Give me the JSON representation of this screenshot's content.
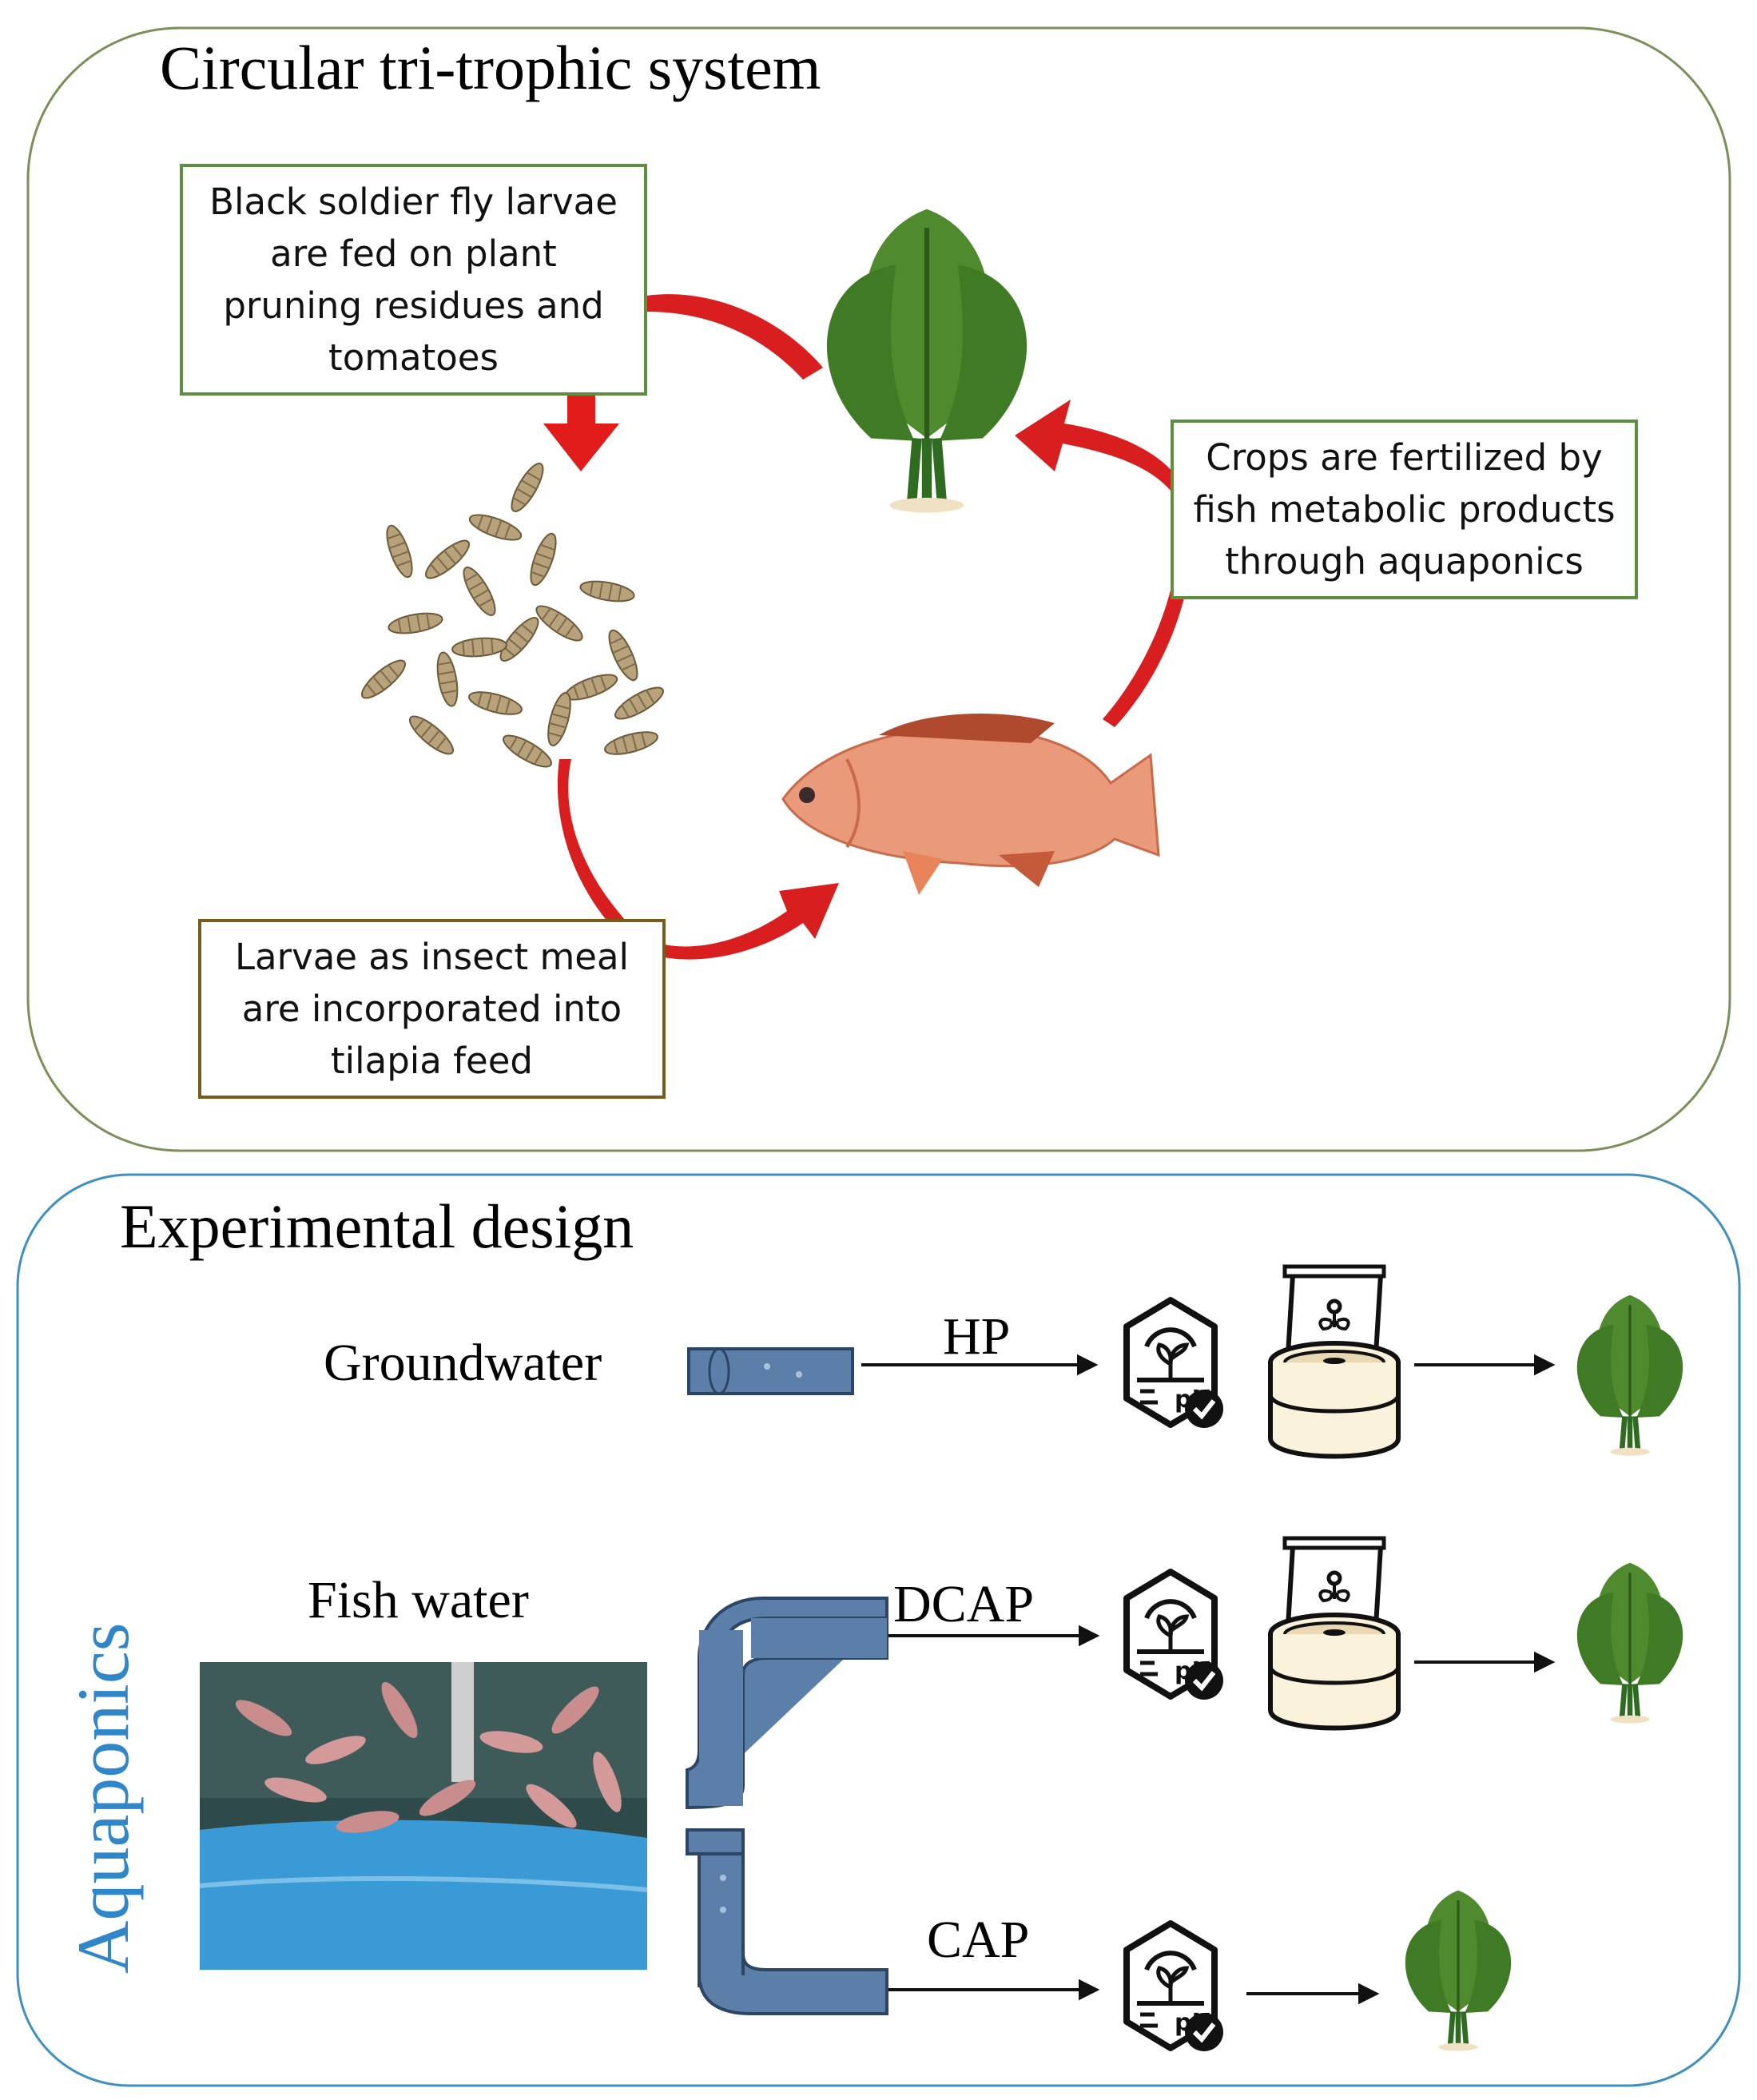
{
  "top_panel": {
    "title": "Circular tri-trophic system",
    "box_larvae_feed": "Black soldier fly larvae are fed on plant pruning residues and tomatoes",
    "box_crops": "Crops are fertilized by fish metabolic products through aquaponics",
    "box_insect_meal": "Larvae as insect meal are incorporated into tilapia feed",
    "icons": [
      "leafy-plant-icon",
      "larvae-pile-image",
      "tilapia-fish-image",
      "red-curved-arrow-icon"
    ]
  },
  "bottom_panel": {
    "title": "Experimental design",
    "side_label": "Aquaponics",
    "groundwater_label": "Groundwater",
    "fish_water_label": "Fish water",
    "treatments": [
      {
        "label": "HP"
      },
      {
        "label": "DCAP"
      },
      {
        "label": "CAP"
      }
    ],
    "icons": [
      "pipe-icon",
      "ph-check-icon",
      "fertilizer-container-icon",
      "leafy-plant-icon",
      "fish-tank-photo"
    ]
  },
  "colors": {
    "top_border": "#7a8f5a",
    "bottom_border": "#3f8fbf",
    "arrow_red": "#d81e1e",
    "box_border_green": "#5e8e3e",
    "box_border_brown": "#7a5a1a",
    "aquaponics_blue": "#2f86c8",
    "pipe_blue": "#5b7fa8"
  }
}
